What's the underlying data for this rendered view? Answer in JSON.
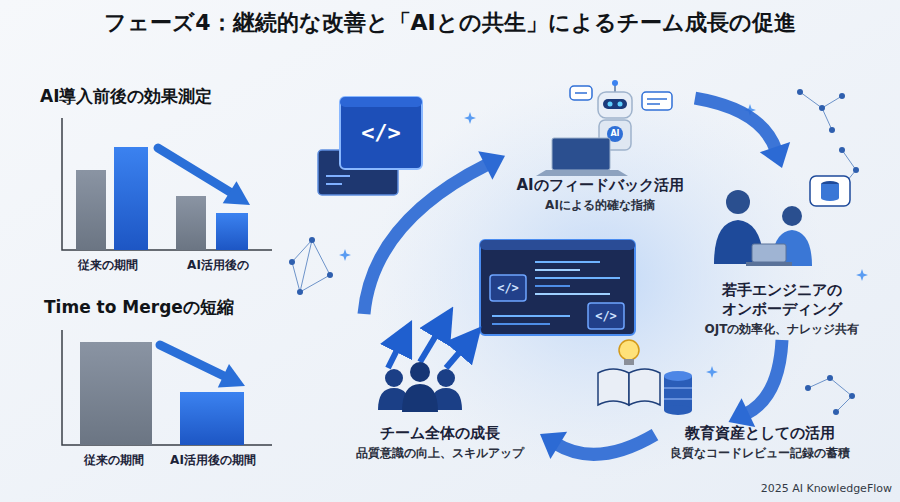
{
  "diagram": {
    "title": "フェーズ4：継続的な改善と「AIとの共生」によるチーム成長の促進",
    "nodes": [
      {
        "text": [
          "AIのフィードバック活用",
          "AIによる的確な指摘"
        ]
      },
      {
        "text": [
          "若手エンジニアの オンボーディング",
          "OJTの効率化、ナレッジ共有"
        ]
      },
      {
        "text": [
          "教育資産としての活用",
          "良質なコードレビュー記録の蓄積"
        ]
      },
      {
        "text": [
          "チーム全体の成長",
          "品質意識の向上、スキルアップ"
        ]
      }
    ],
    "edges": [
      {
        "from": 0,
        "to": 1,
        "arrow": "to"
      },
      {
        "from": 1,
        "to": 2,
        "arrow": "to"
      },
      {
        "from": 2,
        "to": 3,
        "arrow": "to"
      },
      {
        "from": 3,
        "to": 0,
        "arrow": "to"
      }
    ],
    "labels": [
      "AI導入前後の効果測定",
      "従来の期間",
      "AI活用後の",
      "Time to Mergeの短縮",
      "従来の期間",
      "AI活用後の期間",
      "2025 AI KnowledgeFlow",
      "</>",
      "</>",
      "</>",
      "AI"
    ]
  }
}
